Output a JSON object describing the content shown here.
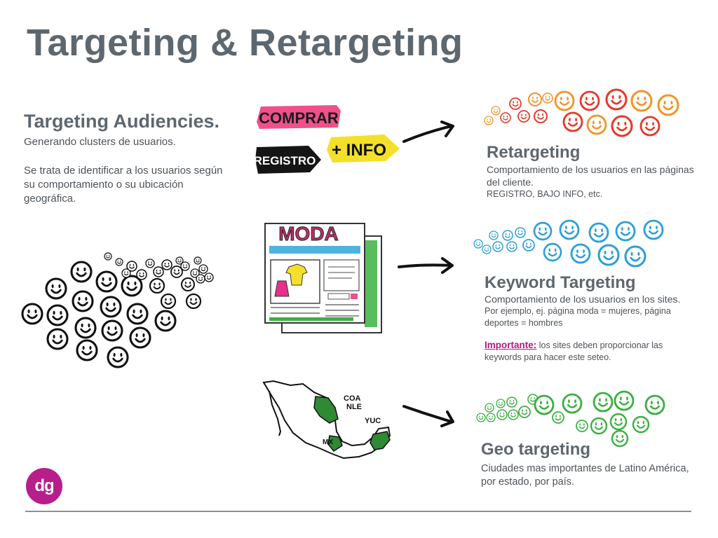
{
  "title": "Targeting & Retargeting",
  "targeting": {
    "heading": "Targeting Audiencies.",
    "subtitle": "Generando clusters de usuarios.",
    "description": "Se trata de identificar a los usuarios según su comportamiento o su ubicación geográfica."
  },
  "tags": {
    "comprar": "COMPRAR",
    "info": "+ INFO",
    "registro": "REGISTRO"
  },
  "moda_sign": "MODA",
  "map_labels": {
    "coa": "COA",
    "nle": "NLE",
    "yuc": "YUC",
    "mx": "MX"
  },
  "retargeting": {
    "heading": "Retargeting",
    "line1": "Comportamiento de los usuarios en las páginas del cliente.",
    "line2": "REGISTRO, BAJO INFO, etc."
  },
  "keyword": {
    "heading": "Keyword Targeting",
    "line1": "Comportamiento de los usuarios en los sites.",
    "line2": "Por ejemplo, ej. página moda = mujeres, página deportes = hombres",
    "important_label": "Importante:",
    "important_text": " los sites deben proporcionar las keywords para hacer este seteo."
  },
  "geo": {
    "heading": "Geo targeting",
    "line1": "Ciudades mas importantes de Latino América, por estado, por país."
  },
  "logo": "dg",
  "colors": {
    "title": "#5d6770",
    "accent": "#b81e8b",
    "retargeting_faces": [
      "#e53a2a",
      "#f0962a"
    ],
    "keyword_faces": "#2f9fd8",
    "geo_faces": "#3cb041",
    "crowd_faces": "#111111",
    "comprar_tag": "#f0508a",
    "info_tag": "#f4e02a",
    "registro_tag": "#151515"
  }
}
